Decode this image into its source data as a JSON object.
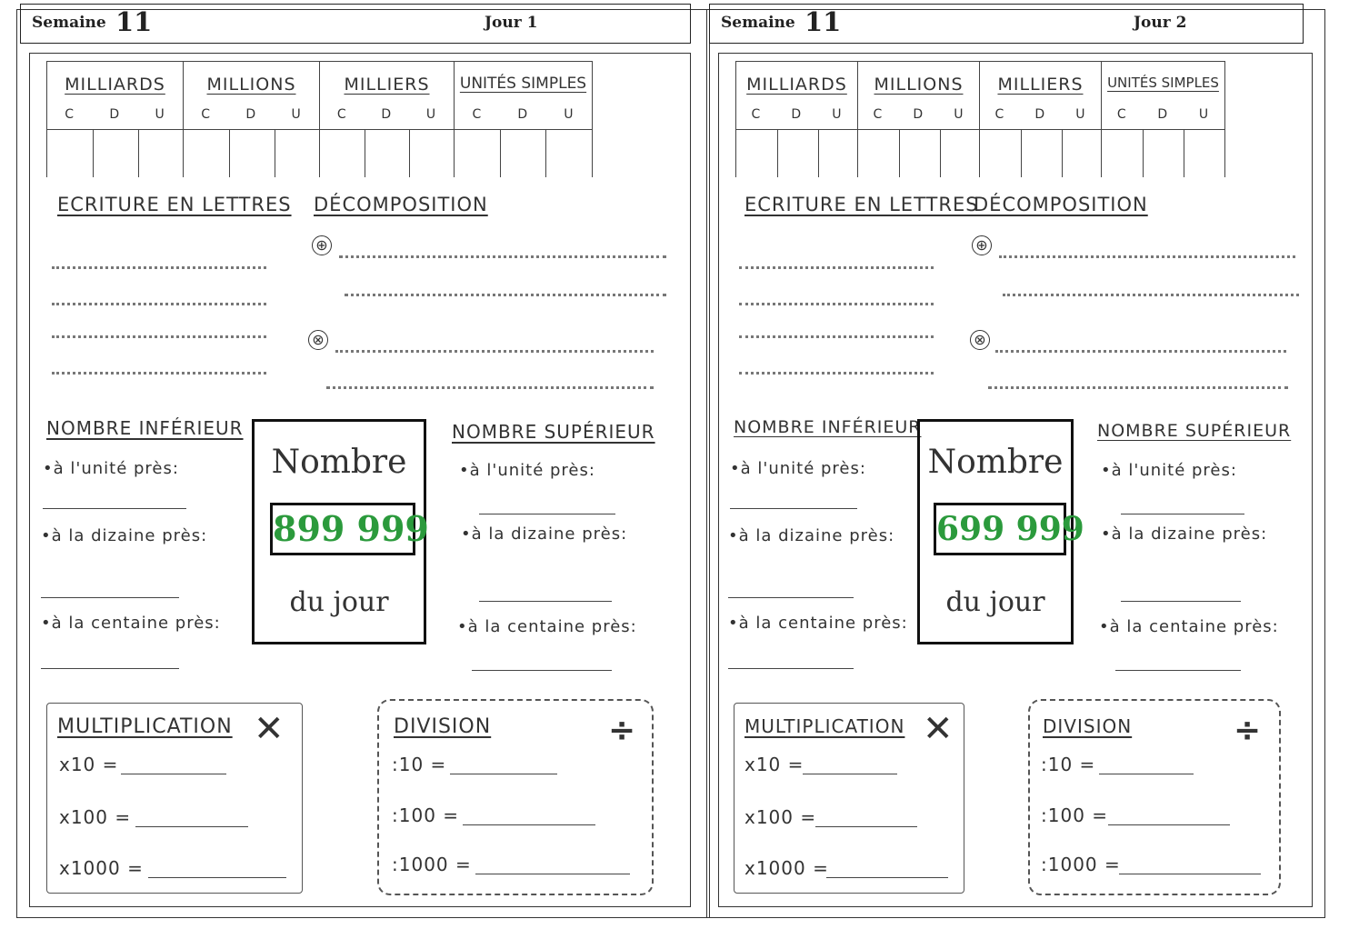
{
  "pages": [
    {
      "week_label": "Semaine",
      "week_number": "11",
      "day_label": "Jour 1",
      "number": "899 999"
    },
    {
      "week_label": "Semaine",
      "week_number": "11",
      "day_label": "Jour 2",
      "number": "699 999"
    }
  ],
  "place_table": {
    "groups": [
      "MILLIARDS",
      "MILLIONS",
      "MILLIERS",
      "UNITÉS SIMPLES"
    ],
    "cols": [
      "C",
      "D",
      "U"
    ]
  },
  "sections": {
    "ecriture": "ECRITURE EN LETTRES",
    "decomposition": "DÉCOMPOSITION",
    "plus_icon": "⊕",
    "times_icon": "⊗",
    "inferieur": "NOMBRE INFÉRIEUR",
    "superieur": "NOMBRE SUPÉRIEUR",
    "unite": "•à l'unité près:",
    "dizaine": "•à la dizaine près:",
    "centaine": "•à la centaine près:",
    "nombre_word1": "Nombre",
    "nombre_word2": "du jour"
  },
  "multiplication": {
    "title": "MULTIPLICATION",
    "rows": [
      "x10 =",
      "x100 =",
      "x1000 ="
    ],
    "symbol": "✕"
  },
  "division": {
    "title": "DIVISION",
    "rows": [
      ":10 =",
      ":100 =",
      ":1000 ="
    ],
    "symbol": "÷"
  }
}
